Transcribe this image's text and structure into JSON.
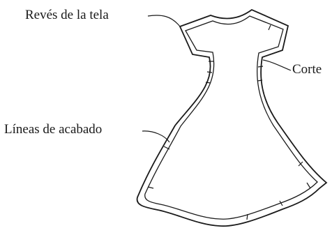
{
  "diagram": {
    "labels": {
      "wrong_side": "Revés de la tela",
      "cut": "Corte",
      "finish_lines": "Líneas de acabado"
    },
    "ink_color": "#1a1a1a",
    "background": "#ffffff"
  }
}
